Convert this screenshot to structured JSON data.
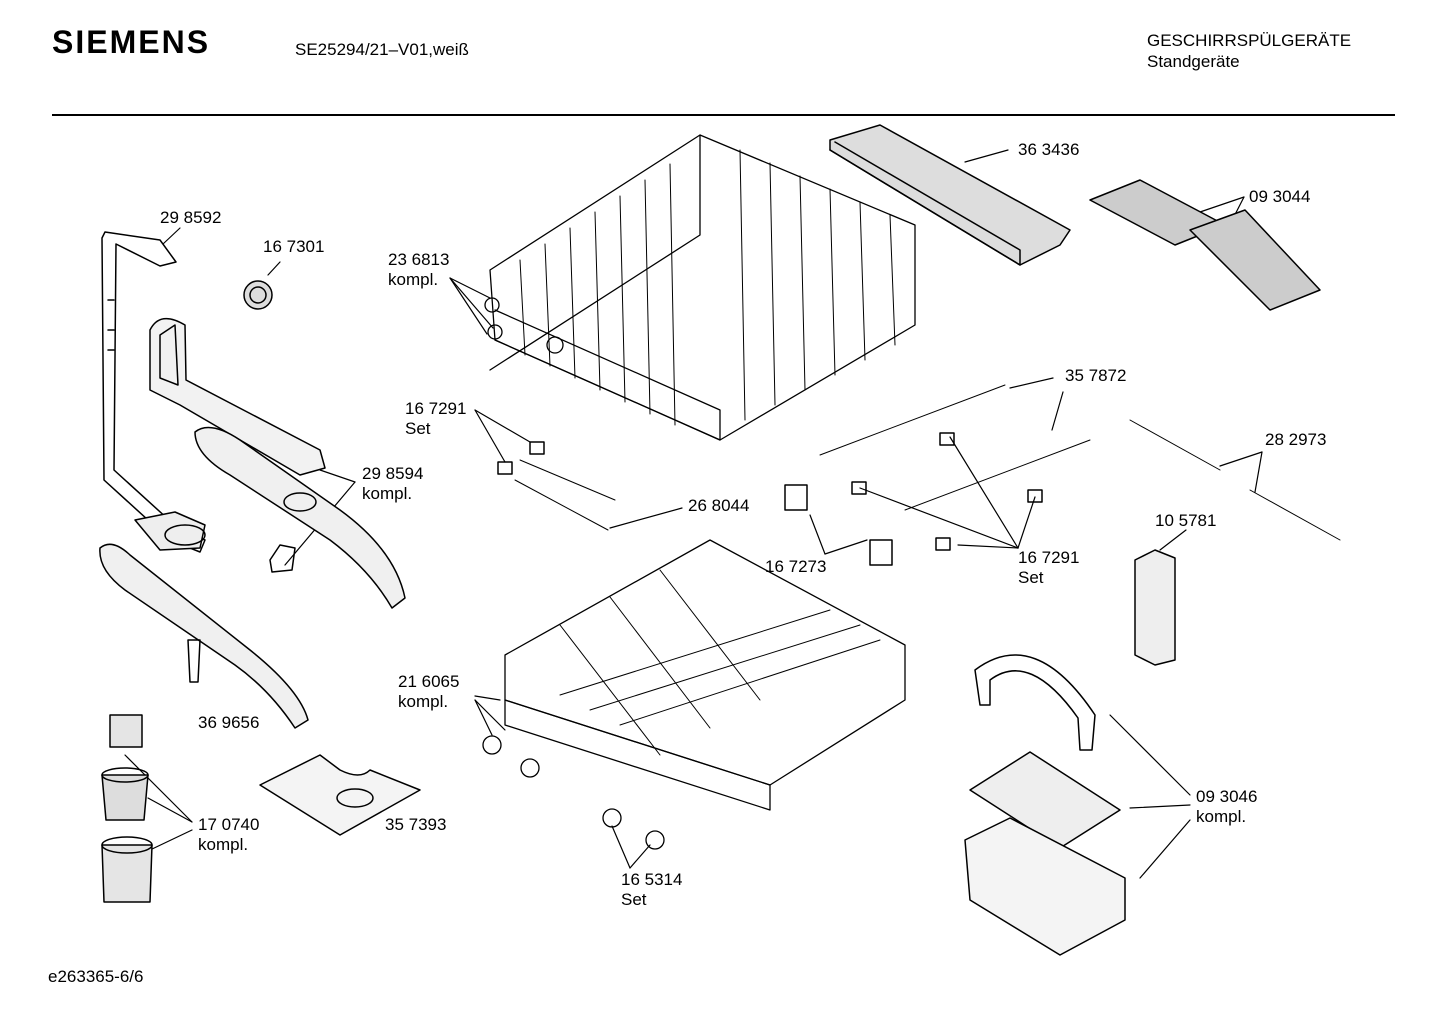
{
  "header": {
    "brand": "SIEMENS",
    "model": "SE25294/21–V01,weiß",
    "category": "GESCHIRRSPÜLGERÄTE",
    "subcategory": "Standgeräte"
  },
  "footer": {
    "doc_id": "e263365-6/6"
  },
  "parts": [
    {
      "number": "29 8592",
      "note": ""
    },
    {
      "number": "16 7301",
      "note": ""
    },
    {
      "number": "23 6813",
      "note": "kompl."
    },
    {
      "number": "36 3436",
      "note": ""
    },
    {
      "number": "09 3044",
      "note": ""
    },
    {
      "number": "35 7872",
      "note": ""
    },
    {
      "number": "16 7291",
      "note": "Set"
    },
    {
      "number": "29 8594",
      "note": "kompl."
    },
    {
      "number": "26 8044",
      "note": ""
    },
    {
      "number": "28 2973",
      "note": ""
    },
    {
      "number": "10 5781",
      "note": ""
    },
    {
      "number": "16 7273",
      "note": ""
    },
    {
      "number": "16 7291",
      "note": "Set"
    },
    {
      "number": "21 6065",
      "note": "kompl."
    },
    {
      "number": "36 9656",
      "note": ""
    },
    {
      "number": "09 3046",
      "note": "kompl."
    },
    {
      "number": "17 0740",
      "note": "kompl."
    },
    {
      "number": "35 7393",
      "note": ""
    },
    {
      "number": "16 5314",
      "note": "Set"
    }
  ]
}
